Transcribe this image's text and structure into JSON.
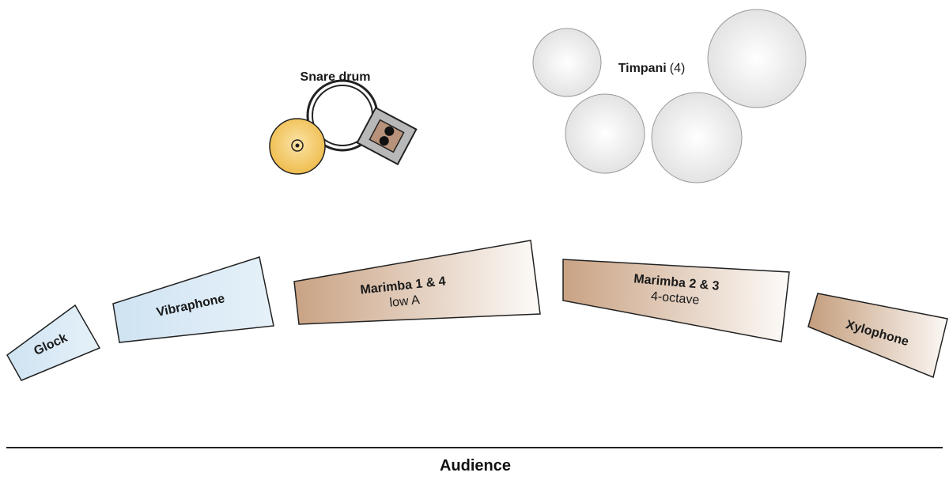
{
  "colors": {
    "glock": "#d6e8f5",
    "vibraphone": "#d6e8f5",
    "marimba_dark": "#c7a282",
    "marimba_light": "#ffffff",
    "xylophone_dark": "#c7a282",
    "timpani": "#eeeeee",
    "cymbal": "#f3c866",
    "stage_line": "#222222"
  },
  "instruments": {
    "glock": "Glock",
    "vibraphone": "Vibraphone",
    "marimba_14": {
      "name": "Marimba 1 & 4",
      "note": "low A"
    },
    "marimba_23": {
      "name": "Marimba 2 & 3",
      "note": "4-octave"
    },
    "xylophone": "Xylophone"
  },
  "snare": {
    "label": "Snare drum"
  },
  "timpani": {
    "label": "Timpani",
    "count": "(4)"
  },
  "audience": {
    "label": "Audience"
  }
}
